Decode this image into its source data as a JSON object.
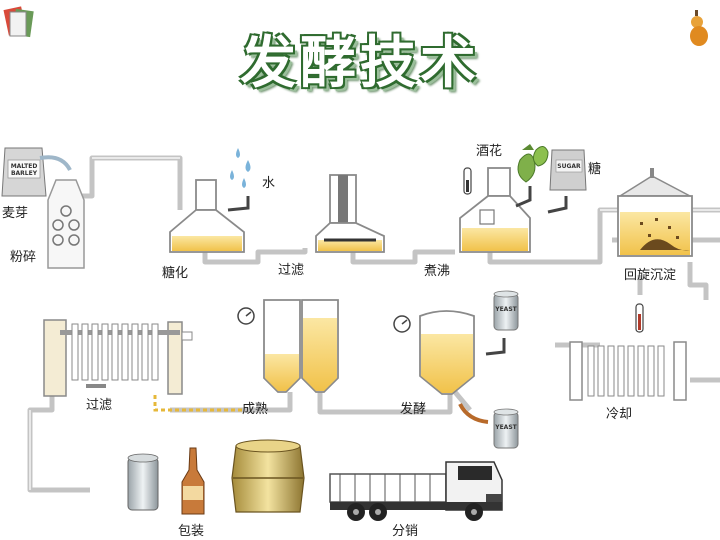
{
  "title": "发酵技术",
  "steps": {
    "malt": "麦芽",
    "crush": "粉碎",
    "water": "水",
    "mash": "糖化",
    "filter1": "过滤",
    "hops": "酒花",
    "sugar": "糖",
    "boil": "煮沸",
    "whirlpool": "回旋沉淀",
    "filter2": "过滤",
    "mature": "成熟",
    "ferment": "发酵",
    "cool": "冷却",
    "package": "包装",
    "distribute": "分销"
  },
  "bag_labels": {
    "malt_bag": "MALTED BARLEY",
    "sugar_bag": "SUGAR",
    "yeast_can": "YEAST"
  },
  "colors": {
    "title_outline": "#2f6b2f",
    "pipe": "#c9c9c9",
    "liquid": "#f6d77a",
    "tank": "#ffffff"
  }
}
